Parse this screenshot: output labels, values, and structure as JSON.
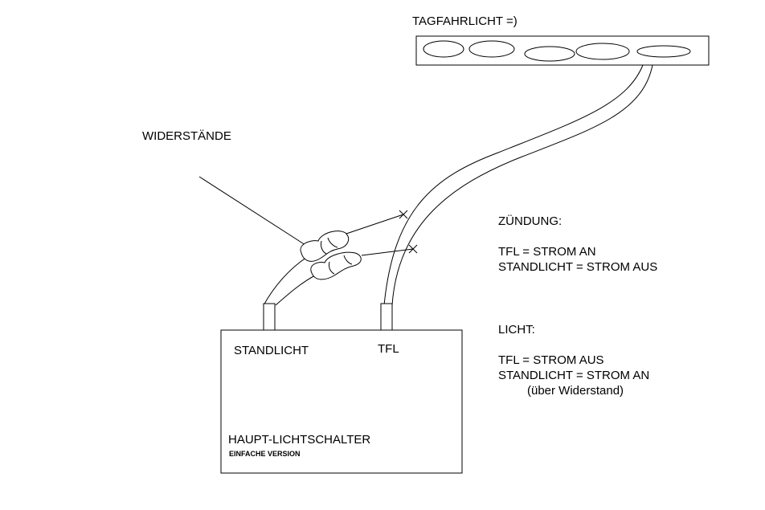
{
  "labels": {
    "drl": "TAGFAHRLICHT =)",
    "resistors": "WIDERSTÄNDE",
    "parking_terminal": "STANDLICHT",
    "drl_terminal": "TFL",
    "switch_name": "HAUPT-LICHTSCHALTER",
    "switch_version": "EINFACHE VERSION"
  },
  "ignition": {
    "heading": "ZÜNDUNG:",
    "line1": "TFL = STROM AN",
    "line2": "STANDLICHT = STROM AUS"
  },
  "light": {
    "heading": "LICHT:",
    "line1": "TFL = STROM AUS",
    "line2": "STANDLICHT = STROM AN",
    "line3": "(über Widerstand)"
  },
  "colors": {
    "stroke": "#000000",
    "background": "#ffffff"
  }
}
